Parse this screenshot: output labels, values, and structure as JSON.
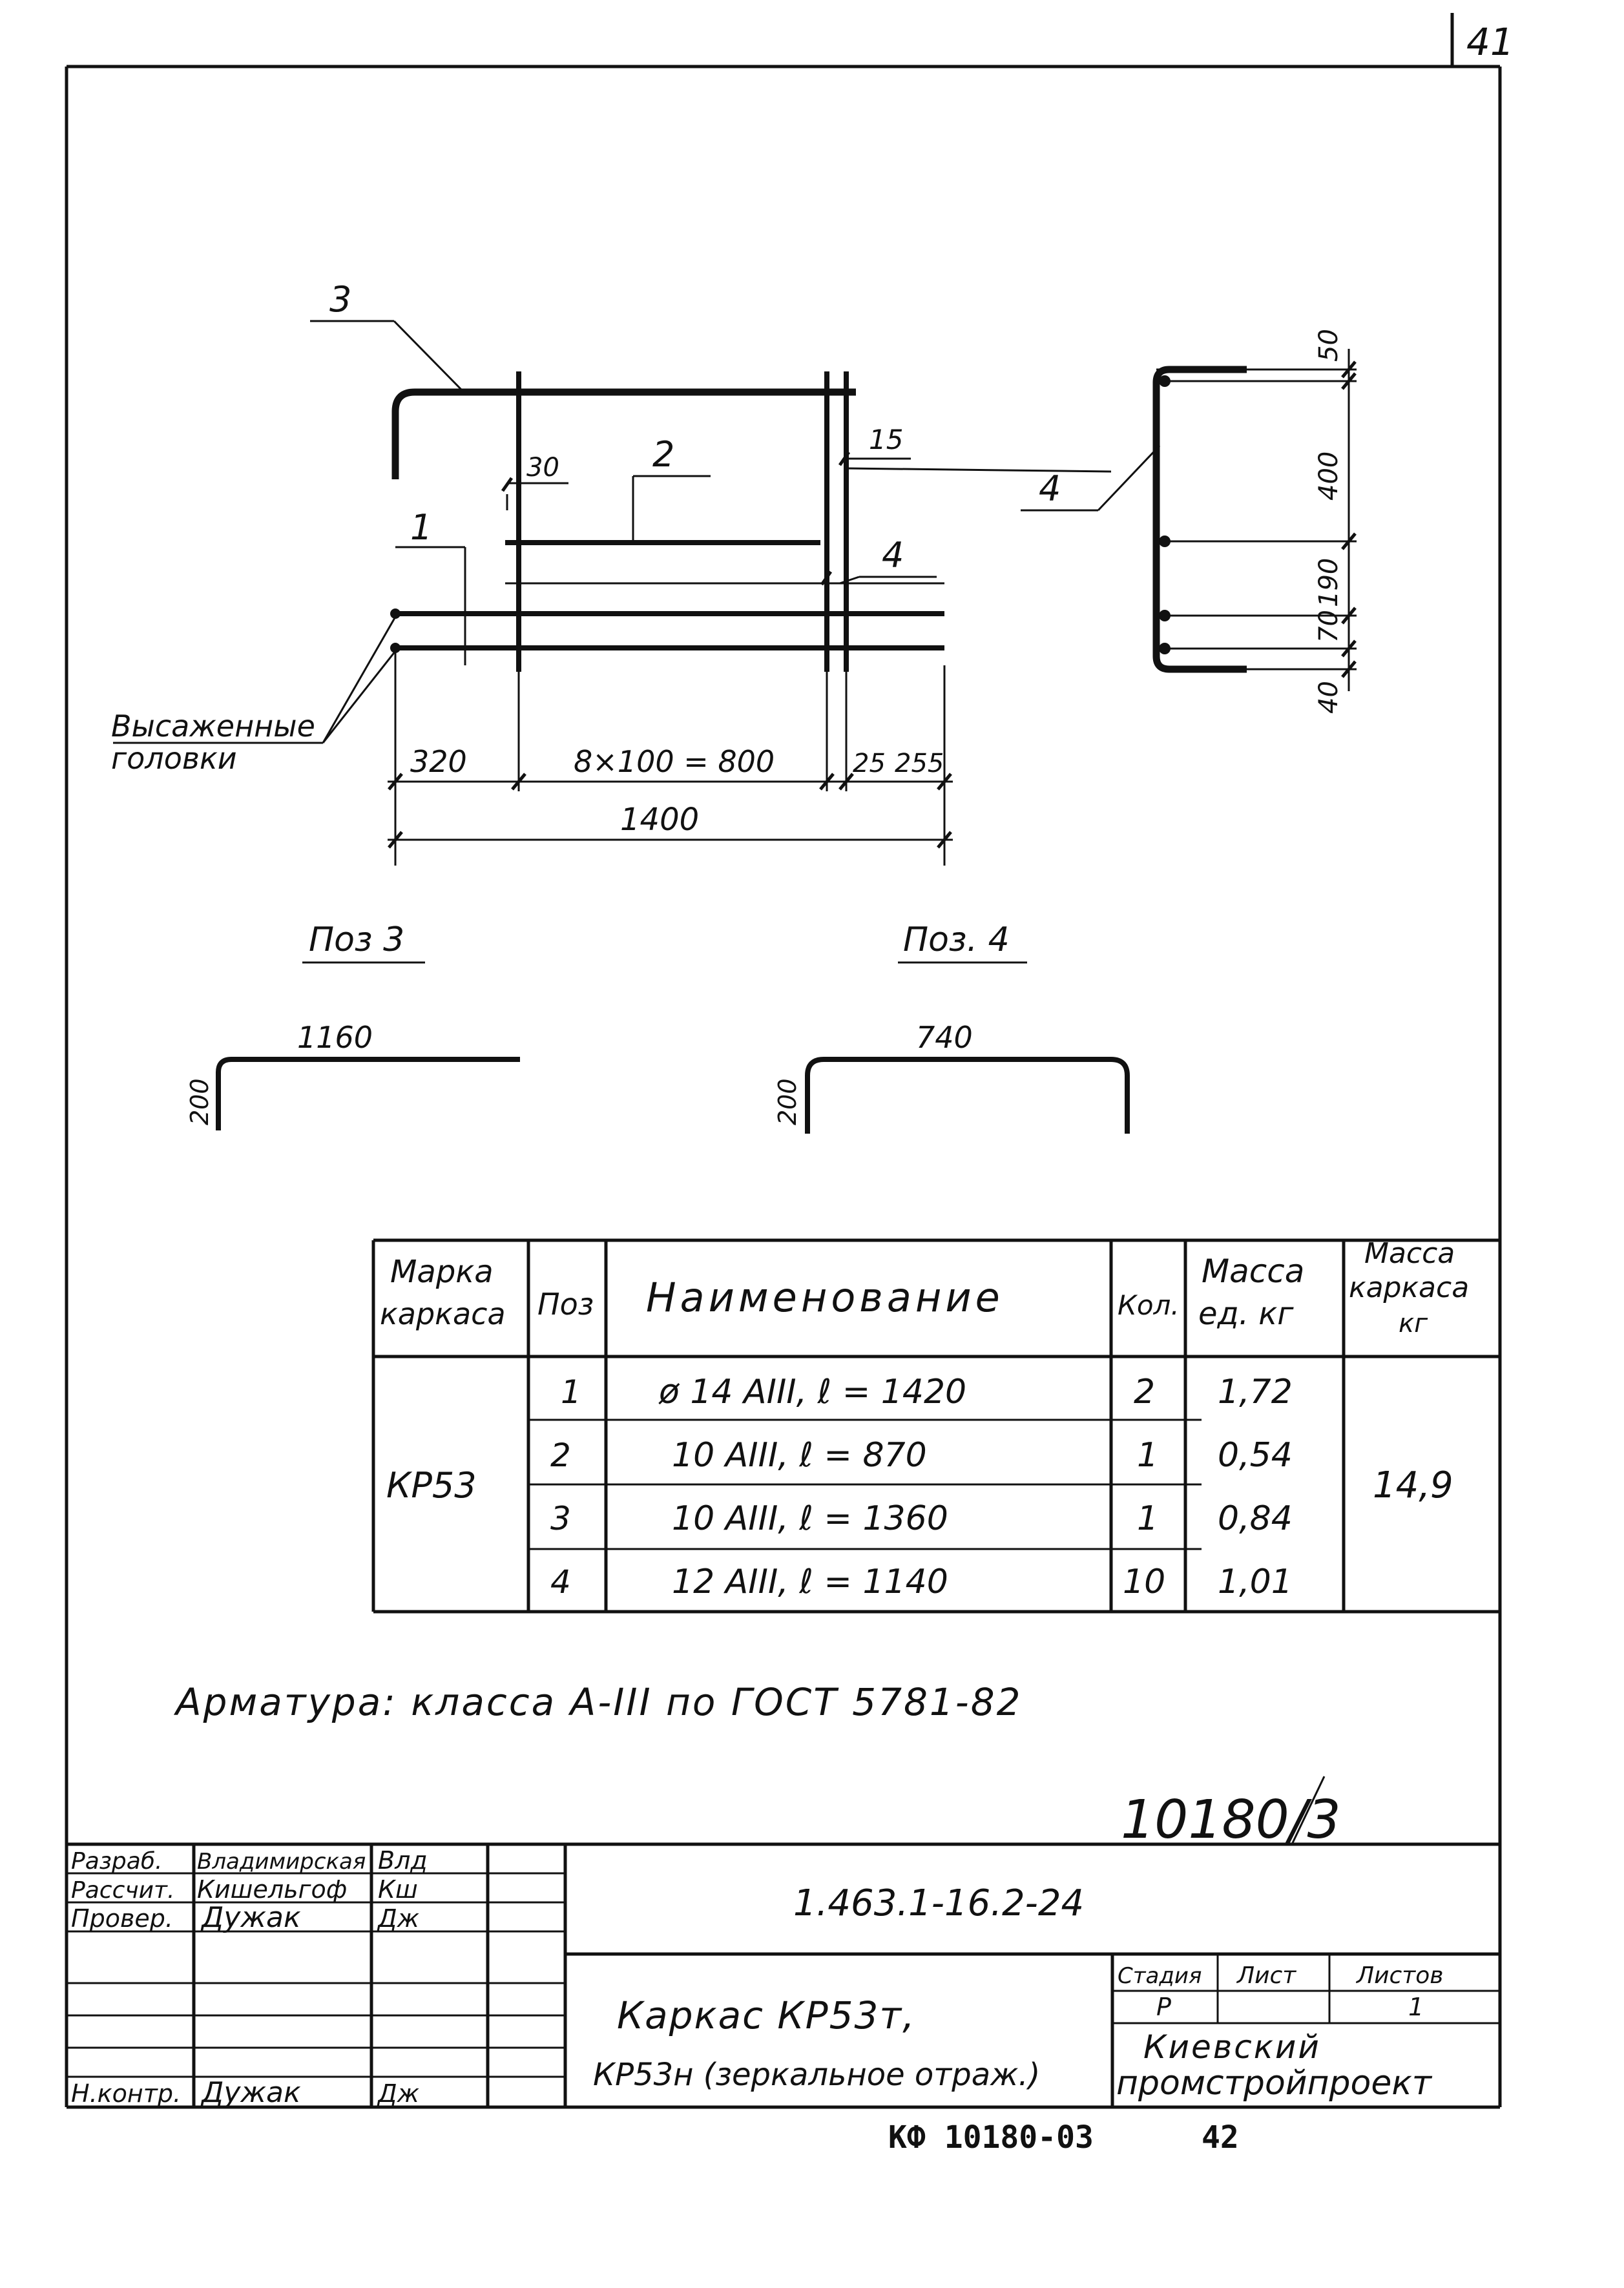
{
  "sheet": {
    "corner_number": "41"
  },
  "drawing": {
    "leaders": {
      "p3": "3",
      "p2": "2",
      "p1": "1",
      "p4a": "4",
      "p4b": "4"
    },
    "dims": {
      "d30": "30",
      "d15": "15",
      "d320": "320",
      "d800": "8×100 = 800",
      "d25": "25",
      "d255": "255",
      "d1400": "1400"
    },
    "heads_note": [
      "Высаженные",
      "головки"
    ],
    "section_dims": {
      "d50": "50",
      "d400": "400",
      "d190": "190",
      "d70": "70",
      "d40": "40"
    }
  },
  "details": {
    "poz3": {
      "title": "Поз 3",
      "length": "1160",
      "height": "200"
    },
    "poz4": {
      "title": "Поз. 4",
      "length": "740",
      "height": "200"
    }
  },
  "spec": {
    "headers": {
      "mark": [
        "Марка",
        "каркаса"
      ],
      "pos": "Поз",
      "name": "Наименование",
      "qty": "Кол.",
      "unit_mass": [
        "Масса",
        "ед. кг"
      ],
      "frame_mass": [
        "Масса",
        "каркаса",
        "кг"
      ]
    },
    "mark": "КР53",
    "total": "14,9",
    "rows": [
      {
        "pos": "1",
        "name": "ø 14 AIII, ℓ = 1420",
        "qty": "2",
        "mass": "1,72"
      },
      {
        "pos": "2",
        "name": "10 AIII, ℓ = 870",
        "qty": "1",
        "mass": "0,54"
      },
      {
        "pos": "3",
        "name": "10 AIII, ℓ = 1360",
        "qty": "1",
        "mass": "0,84"
      },
      {
        "pos": "4",
        "name": "12 AIII, ℓ = 1140",
        "qty": "10",
        "mass": "1,01"
      }
    ]
  },
  "note": "Арматура: класса A-III по ГОСТ 5781-82",
  "archive_no": "10180/3",
  "title_block": {
    "code": "1.463.1-16.2-24",
    "roles": [
      {
        "role": "Разраб.",
        "name": "Владимирская",
        "sign": "Влд"
      },
      {
        "role": "Рассчит.",
        "name": "Кишельгоф",
        "sign": "Кш"
      },
      {
        "role": "Провер.",
        "name": "Дужак",
        "sign": "Дж"
      },
      {
        "role": "Н.контр.",
        "name": "Дужак",
        "sign": "Дж"
      }
    ],
    "title_line1": "Каркас КР53т,",
    "title_line2": "КР53н (зеркальное отраж.)",
    "stage_label": "Стадия",
    "sheet_label": "Лист",
    "sheets_label": "Листов",
    "stage": "Р",
    "sheet": "",
    "sheets": "1",
    "org_line1": "Киевский",
    "org_line2": "промстройпроект"
  },
  "footer": {
    "code": "КФ 10180-03",
    "page": "42"
  }
}
